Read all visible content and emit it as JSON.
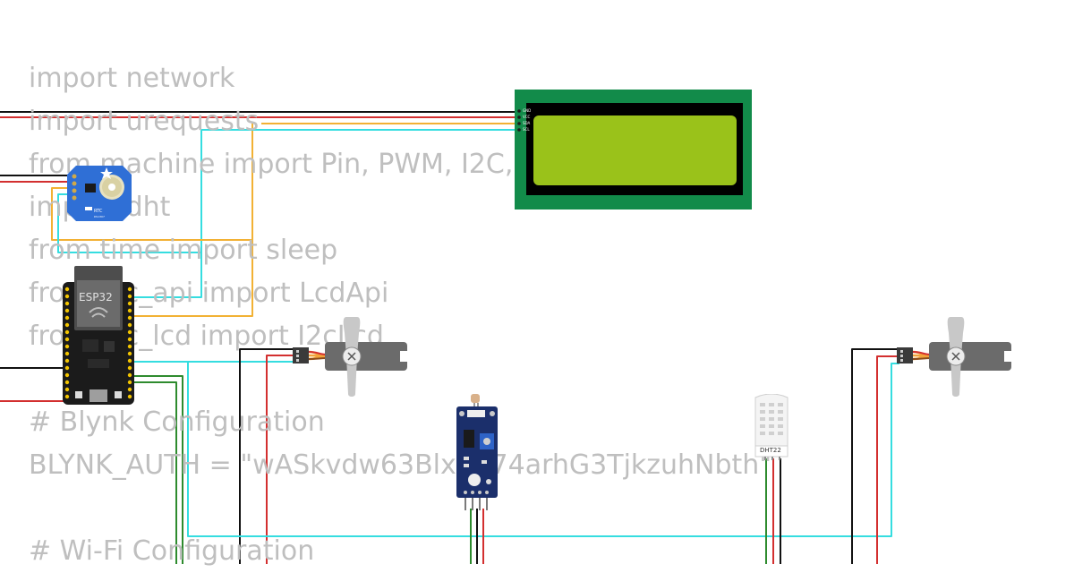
{
  "code_lines": [
    "import network",
    "import urequests",
    "from machine import Pin, PWM, I2C,",
    "import dht",
    "from time import sleep",
    "from i2c_api import LcdApi",
    "from i2c_lcd import I2cLcd",
    "",
    "# Blynk Configuration",
    "BLYNK_AUTH = \"wASkvdw63Blx5K74arhG3TjkzuhNbth\"",
    "",
    "# Wi-Fi Configuration"
  ],
  "components": {
    "esp32": {
      "label": "ESP32"
    },
    "rtc": {
      "label": "RTC",
      "sublabel": "DS1307"
    },
    "lcd": {
      "pin_labels": [
        "GND",
        "VCC",
        "SDA",
        "SCL"
      ]
    },
    "dht": {
      "label": "DHT22"
    }
  },
  "colors": {
    "wire_black": "#111111",
    "wire_red": "#d32f2f",
    "wire_cyan": "#35dde0",
    "wire_orange": "#f2b134",
    "wire_green": "#2e8b2e",
    "lcd_board": "#128b4a",
    "lcd_screen": "#9ac21a",
    "rtc_board": "#2f6fd6",
    "servo_body": "#6b6b6b"
  }
}
